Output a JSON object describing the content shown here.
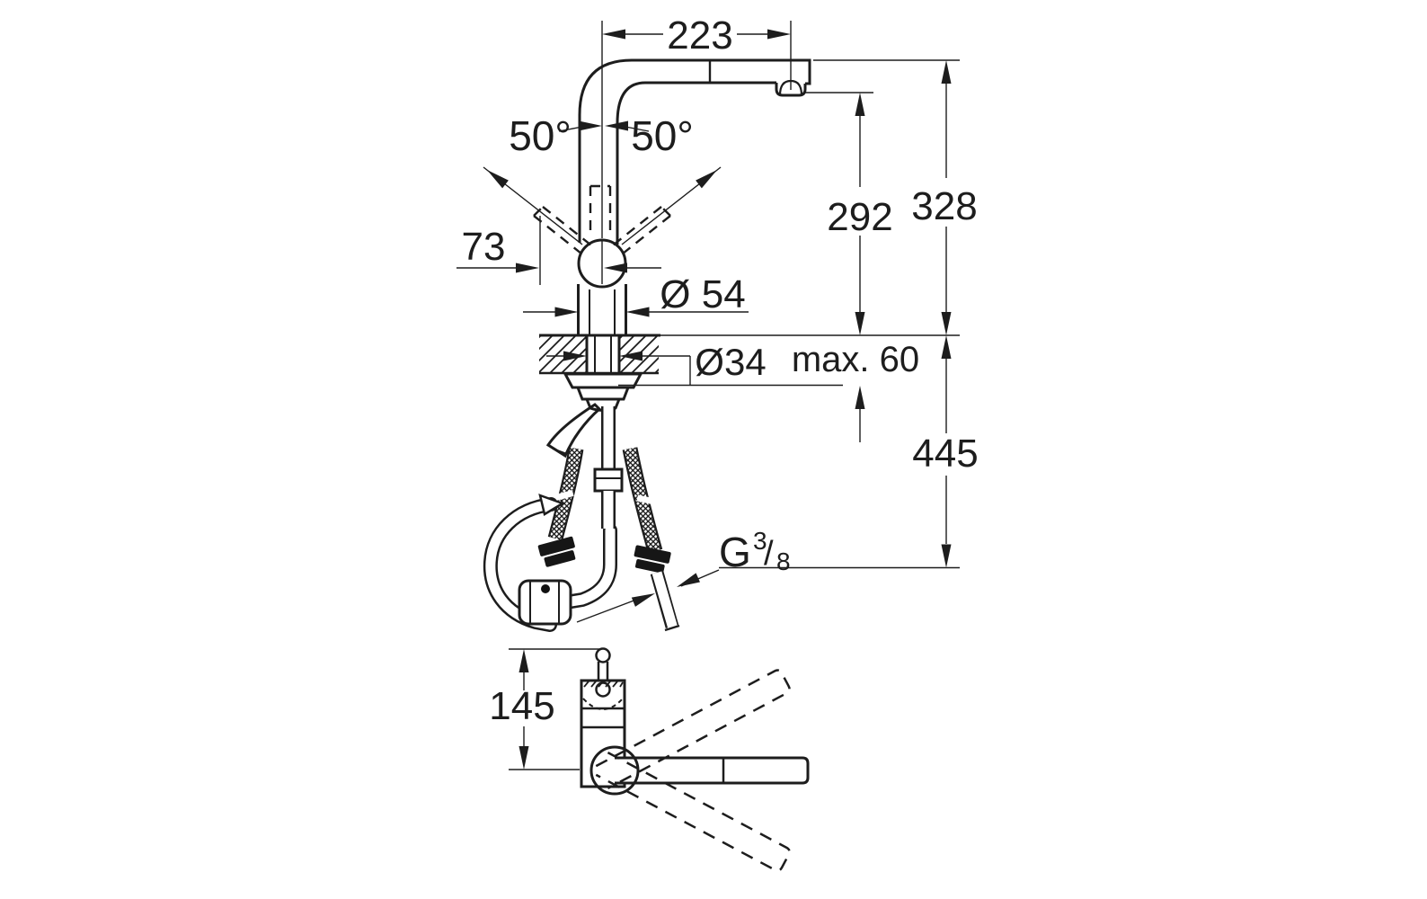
{
  "drawing": {
    "background": "#ffffff",
    "line_color": "#1d1d1d",
    "views": {
      "side_view": {
        "dimensions": {
          "spout_reach": "223",
          "lever_swing_left": "50°",
          "lever_swing_right": "50°",
          "lever_length": "73",
          "body_diameter": "Ø 54",
          "mounting_hole_diameter": "Ø34",
          "max_deck_thickness": "max. 60",
          "outlet_height": "292",
          "total_height": "328",
          "hose_drop": "445",
          "thread": {
            "letter": "G",
            "numerator": "3",
            "slash": "/",
            "denominator": "8"
          }
        }
      },
      "top_view": {
        "dimensions": {
          "depth": "145"
        }
      }
    }
  }
}
